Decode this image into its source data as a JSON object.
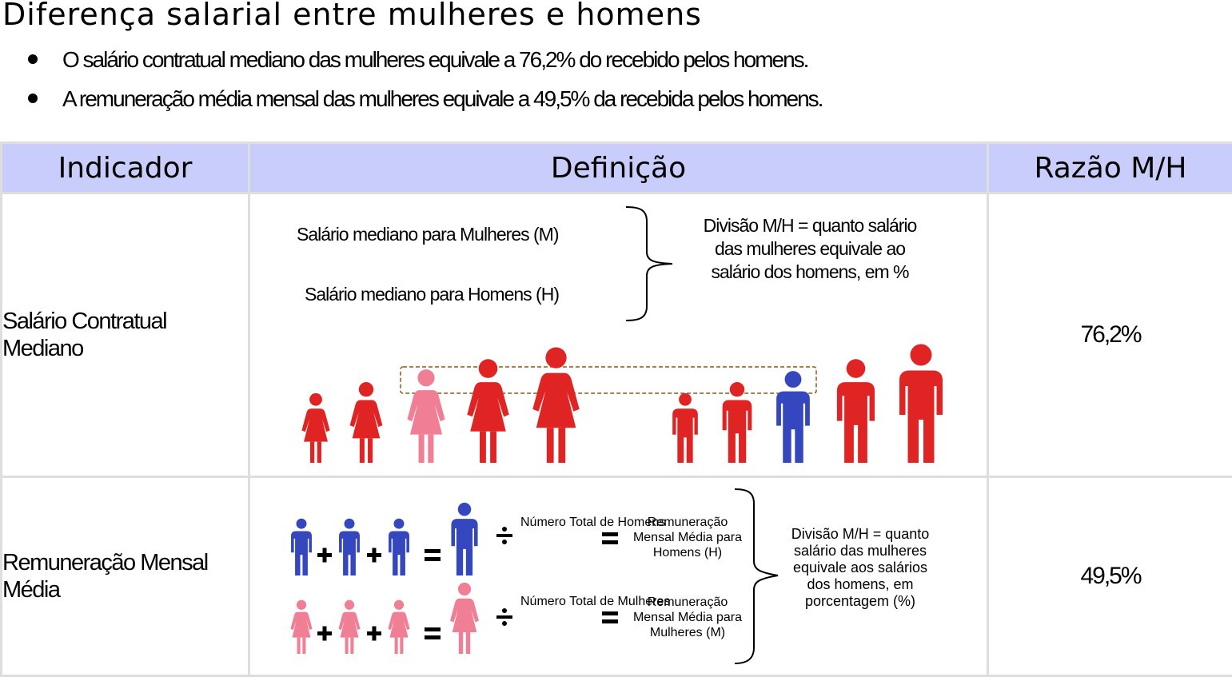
{
  "title": "Diferença salarial entre mulheres e homens",
  "bullets": [
    "O salário contratual mediano das mulheres equivale a 76,2% do recebido pelos homens.",
    "A remuneração média mensal das mulheres equivale a 49,5% da recebida pelos homens."
  ],
  "table": {
    "headers": [
      "Indicador",
      "Definição",
      "Razão M/H"
    ],
    "rows": [
      {
        "indicator": "Salário Contratual Mediano",
        "label_women": "Salário mediano para Mulheres (M)",
        "label_men": "Salário mediano para Homens (H)",
        "explanation": "Divisão M/H = quanto salário das mulheres equivale ao salário dos homens, em %",
        "ratio": "76,2%"
      },
      {
        "indicator": "Remuneração Mensal Média",
        "total_men": "Número Total de Homens",
        "total_women": "Número Total de Mulheres",
        "avg_men": "Remuneração Mensal Média para Homens (H)",
        "avg_women": "Remuneração Mensal Média para Mulheres (M)",
        "explanation": "Divisão M/H = quanto salário das mulheres equivale aos salários dos homens, em porcentagem (%)",
        "ratio": "49,5%"
      }
    ]
  },
  "colors": {
    "header_bg": "#c9cdfb",
    "red": "#e02424",
    "pink": "#f07f95",
    "blue": "#3547bf",
    "border": "#dedede"
  },
  "icons": {
    "female": "woman-figure-icon",
    "male": "man-figure-icon",
    "plus": "plus-icon",
    "equals": "equals-icon",
    "divide": "divide-icon",
    "brace": "right-brace-icon"
  }
}
